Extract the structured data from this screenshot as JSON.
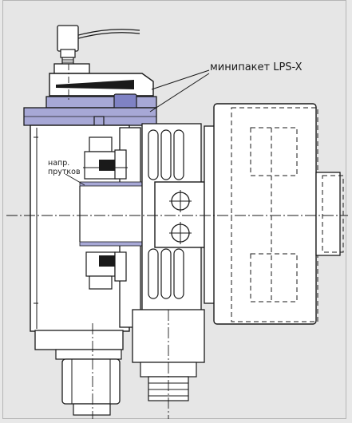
{
  "labels": {
    "minipackage": "минипакет LPS-X",
    "bar_pressure_line1": "напр.",
    "bar_pressure_line2": "прутков"
  },
  "colors": {
    "background": "#e6e6e6",
    "line": "#1a1a1a",
    "highlight_blue": "#a7a8d6",
    "highlight_blue_dark": "#7f82c4",
    "body_white": "#ffffff"
  }
}
